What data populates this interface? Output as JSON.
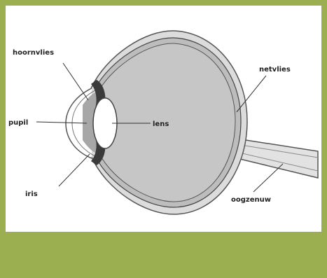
{
  "diagram": {
    "labels": {
      "cornea": "hoornvlies",
      "pupil": "pupil",
      "lens": "lens",
      "iris": "iris",
      "retina": "netvlies",
      "optic_nerve": "oogzenuw"
    },
    "colors": {
      "frame": "#9caf50",
      "vitreous": "#c4c4c4",
      "iris_chamber": "#a7a7a7",
      "sclera": "#dcdcdc",
      "lines": "#333333"
    }
  }
}
